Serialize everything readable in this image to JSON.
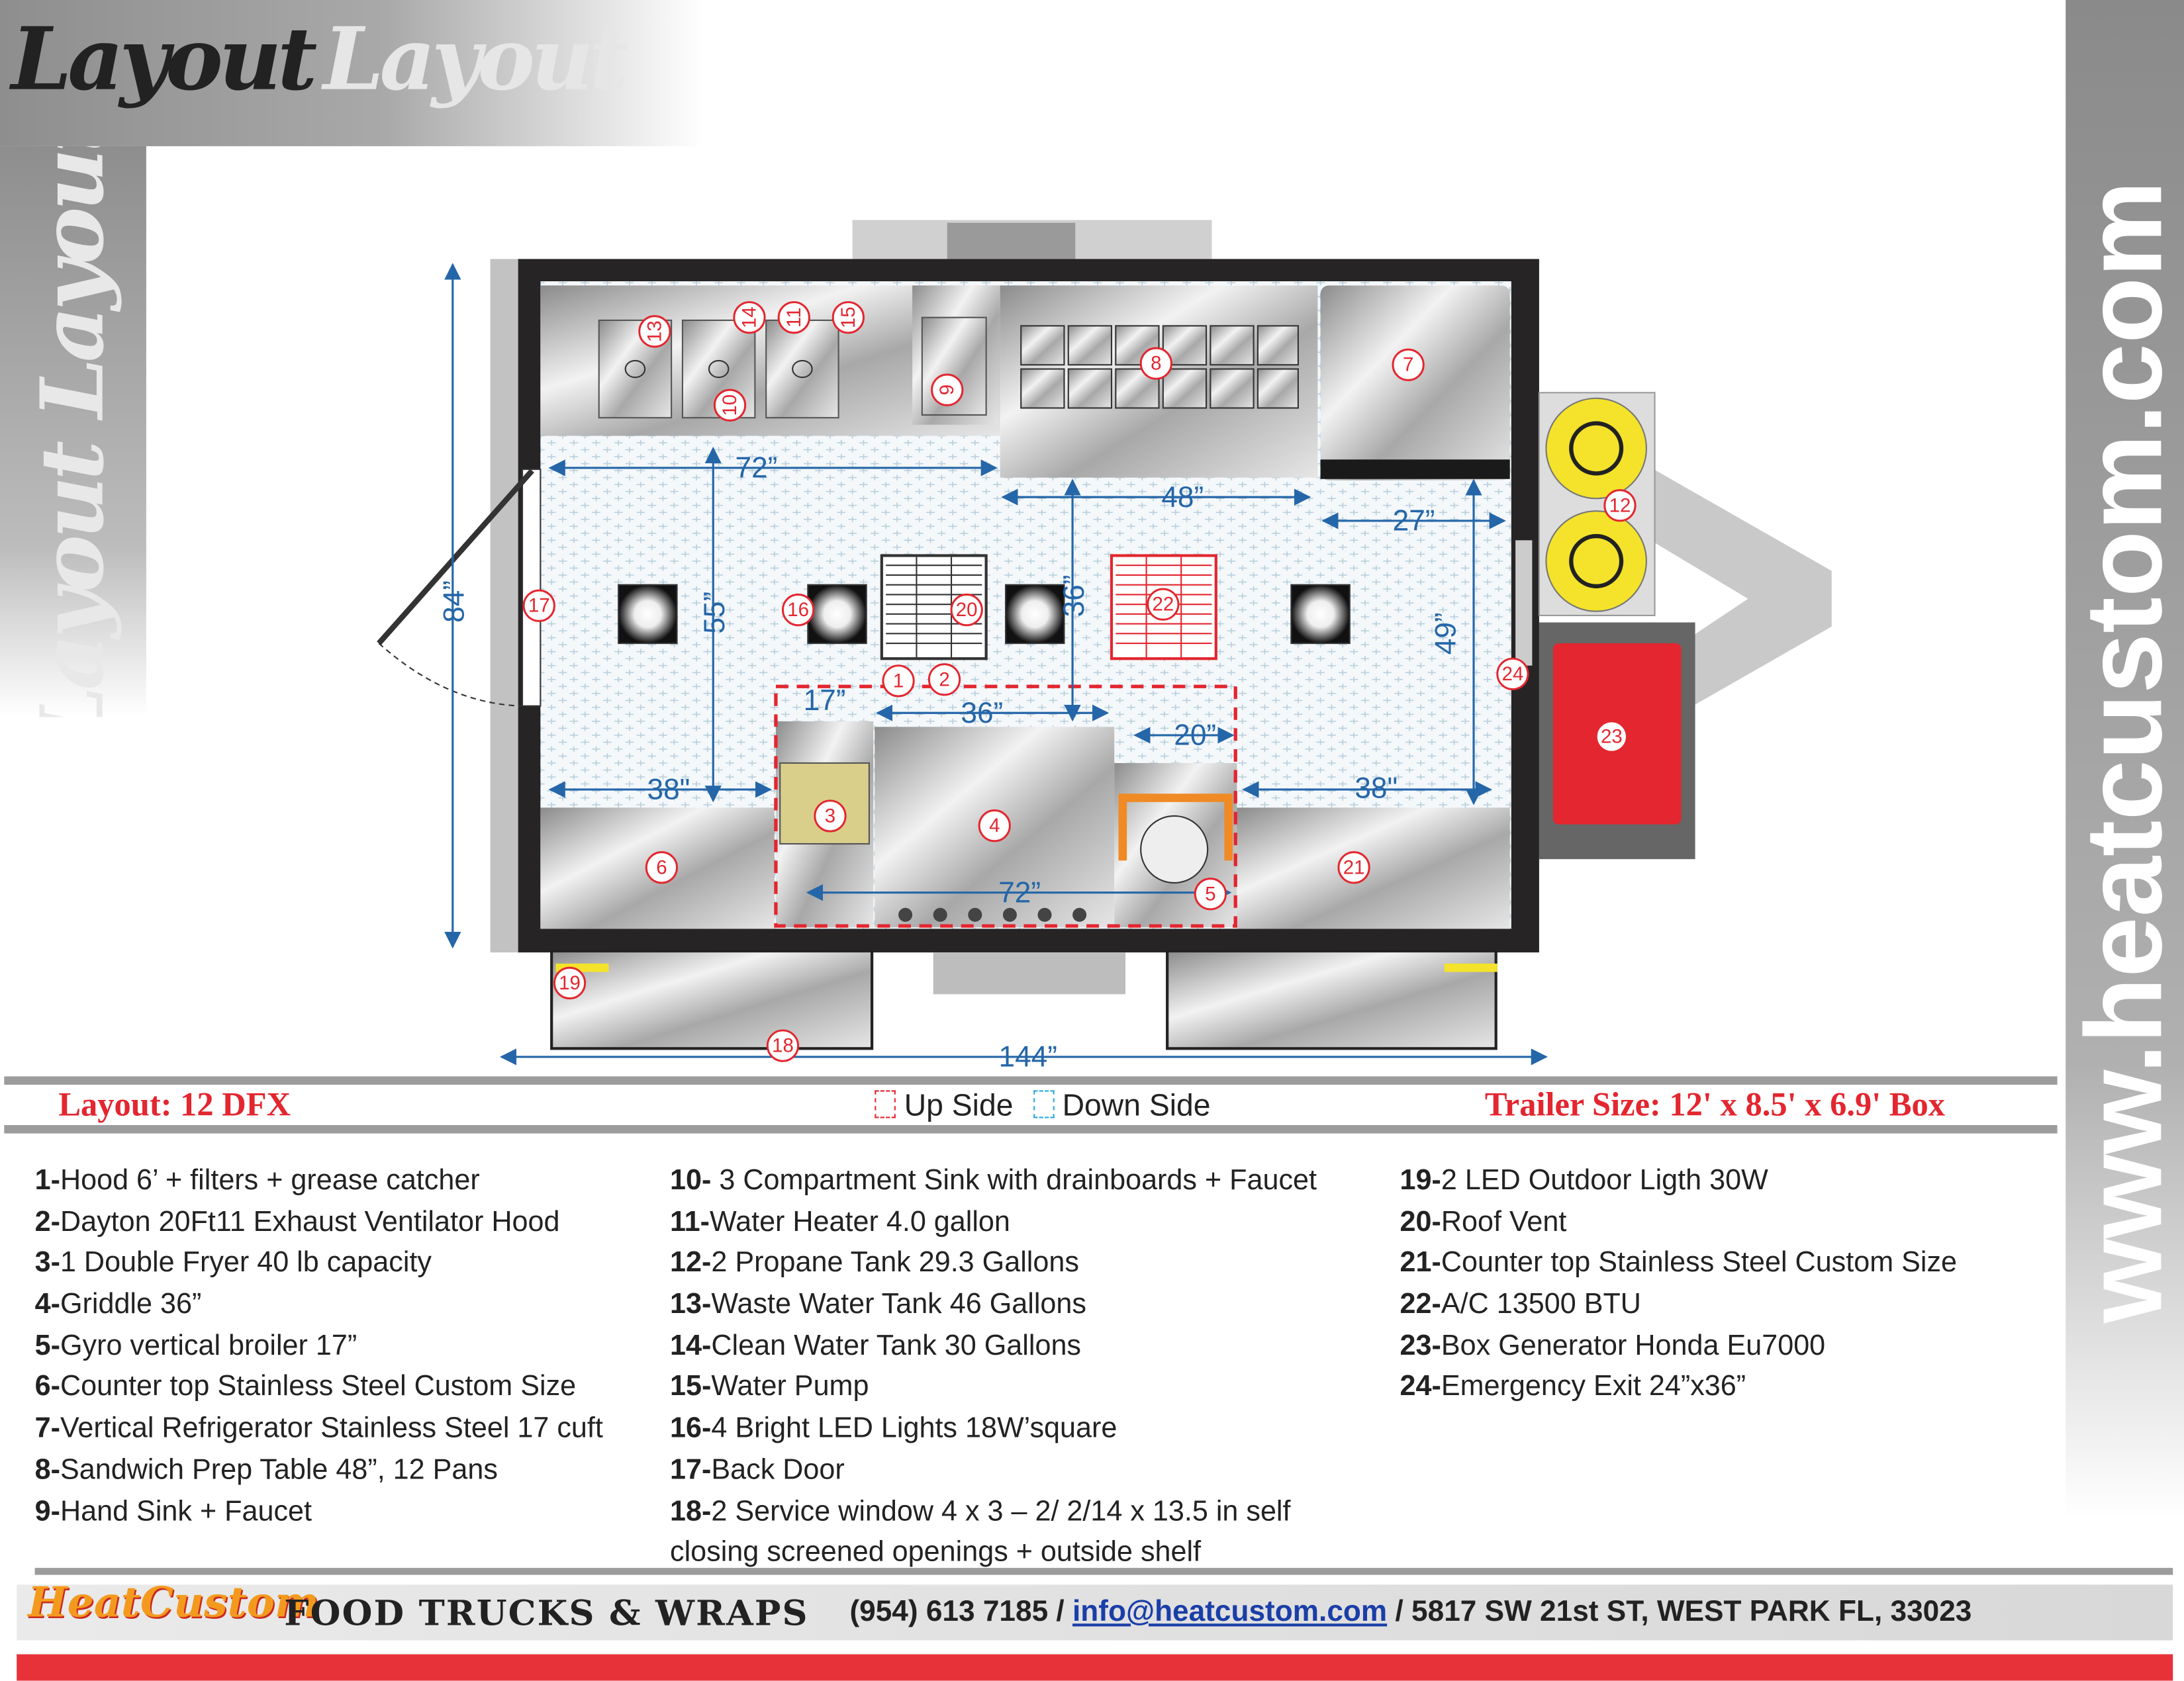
{
  "header": {
    "title_dark": "Layout",
    "title_light": "Layout",
    "side_title": "Layout Layout"
  },
  "side_url": "www.heatcustom.com",
  "plan": {
    "badges": [
      "1",
      "2",
      "3",
      "4",
      "5",
      "6",
      "7",
      "8",
      "9",
      "10",
      "11",
      "12",
      "13",
      "14",
      "15",
      "16",
      "17",
      "18",
      "19",
      "20",
      "21",
      "22",
      "23",
      "24"
    ],
    "dimensions": {
      "top_left_width": "72”",
      "prep_width": "48”",
      "fridge_gap": "27”",
      "height_total": "84”",
      "aisle_left": "55”",
      "aisle_center": "36”",
      "aisle_right": "49”",
      "fryer": "17”",
      "griddle": "36”",
      "broiler": "20”",
      "counter_left": "38\"",
      "counter_right": "38\"",
      "cook_line": "72”",
      "length_total": "144”"
    }
  },
  "info_bar": {
    "layout_name": "Layout: 12 DFX",
    "legend_up": "Up Side",
    "legend_down": "Down Side",
    "trailer_size": "Trailer Size: 12' x 8.5' x 6.9' Box",
    "up_color": "#e3262f",
    "down_color": "#29a9e0"
  },
  "items": [
    {
      "n": "1-",
      "t": "Hood 6’ + filters + grease catcher"
    },
    {
      "n": "2-",
      "t": "Dayton 20Ft11 Exhaust Ventilator Hood"
    },
    {
      "n": "3-",
      "t": "1 Double Fryer 40 lb capacity"
    },
    {
      "n": "4-",
      "t": "Griddle 36”"
    },
    {
      "n": "5-",
      "t": "Gyro vertical broiler 17”"
    },
    {
      "n": "6-",
      "t": "Counter top Stainless Steel Custom Size"
    },
    {
      "n": "7-",
      "t": "Vertical Refrigerator Stainless Steel 17 cuft"
    },
    {
      "n": "8-",
      "t": "Sandwich Prep Table 48”, 12 Pans"
    },
    {
      "n": "9-",
      "t": "Hand Sink + Faucet"
    },
    {
      "n": "10-",
      "t": " 3 Compartment Sink with drainboards + Faucet"
    },
    {
      "n": "11-",
      "t": "Water Heater 4.0 gallon"
    },
    {
      "n": "12-",
      "t": "2 Propane Tank 29.3 Gallons"
    },
    {
      "n": "13-",
      "t": "Waste Water Tank 46 Gallons"
    },
    {
      "n": "14-",
      "t": "Clean Water Tank 30 Gallons"
    },
    {
      "n": "15-",
      "t": "Water Pump"
    },
    {
      "n": "16-",
      "t": "4 Bright LED Lights 18W’square"
    },
    {
      "n": "17-",
      "t": "Back Door"
    },
    {
      "n": "18-",
      "t": "2 Service window  4 x 3 – 2/ 2/14 x 13.5 in self"
    },
    {
      "n": "",
      "t": "closing screened openings + outside shelf"
    },
    {
      "n": "19-",
      "t": "2 LED Outdoor Ligth 30W"
    },
    {
      "n": "20-",
      "t": "Roof Vent"
    },
    {
      "n": "21-",
      "t": "Counter top Stainless Steel Custom Size"
    },
    {
      "n": "22-",
      "t": "A/C 13500 BTU"
    },
    {
      "n": "23-",
      "t": "Box Generator Honda Eu7000"
    },
    {
      "n": "24-",
      "t": "Emergency Exit 24”x36”"
    }
  ],
  "footer": {
    "logo": "HeatCustom",
    "tagline": "FOOD TRUCKS & WRAPS",
    "phone": "(954) 613 7185",
    "sep1": " / ",
    "email": "info@heatcustom.com",
    "sep2": " / ",
    "address": "5817 SW 21st ST, WEST PARK FL, 33023"
  },
  "colors": {
    "accent_red": "#e3262f",
    "dim_blue": "#2566a8",
    "gray": "#9c9c9c"
  }
}
